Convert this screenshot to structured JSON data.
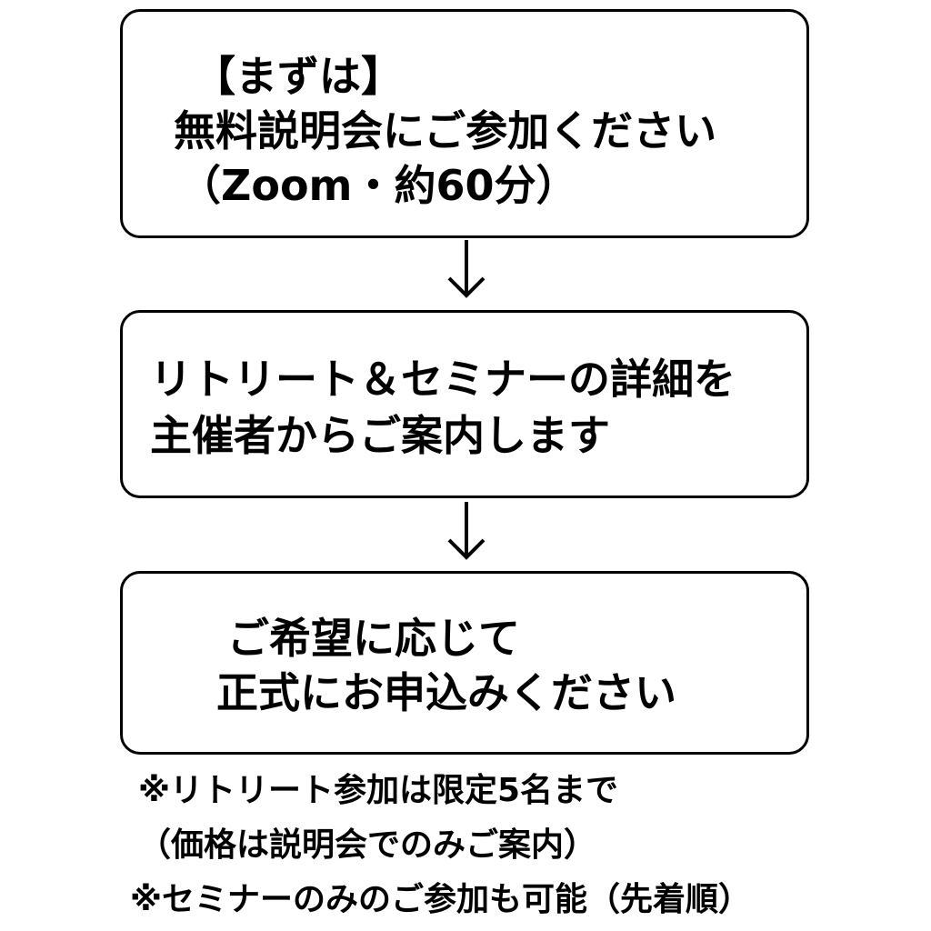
{
  "steps": [
    {
      "lines": [
        "【まずは】",
        "無料説明会にご参加ください",
        "（Zoom・約60分）"
      ]
    },
    {
      "lines": [
        "リトリート＆セミナーの詳細を",
        "主催者からご案内します"
      ]
    },
    {
      "lines": [
        "ご希望に応じて",
        "正式にお申込みください"
      ]
    }
  ],
  "notes": [
    "※リトリート参加は限定5名まで",
    "（価格は説明会でのみご案内）",
    "※セミナーのみのご参加も可能（先着順）"
  ],
  "colors": {
    "border": "#000000",
    "text": "#000000",
    "background": "#ffffff"
  },
  "icons": {
    "connector": "arrow-down-icon"
  }
}
